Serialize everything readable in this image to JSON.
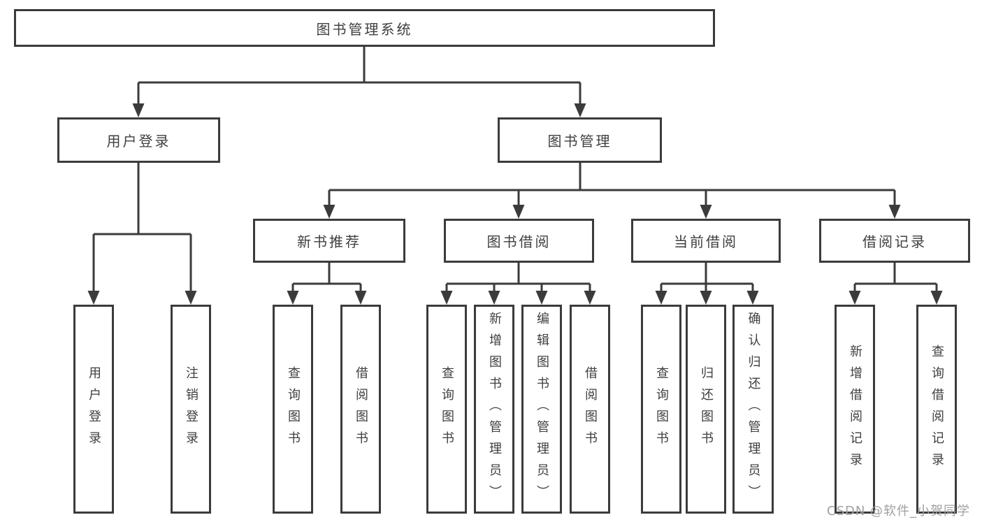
{
  "tree": {
    "root": {
      "label": "图书管理系统",
      "children": [
        {
          "label": "用户登录",
          "children": [
            {
              "label": "用户登录"
            },
            {
              "label": "注销登录"
            }
          ]
        },
        {
          "label": "图书管理",
          "children": [
            {
              "label": "新书推荐",
              "children": [
                {
                  "label": "查询图书"
                },
                {
                  "label": "借阅图书"
                }
              ]
            },
            {
              "label": "图书借阅",
              "children": [
                {
                  "label": "查询图书"
                },
                {
                  "label": "新增图书（管理员）"
                },
                {
                  "label": "编辑图书（管理员）"
                },
                {
                  "label": "借阅图书"
                }
              ]
            },
            {
              "label": "当前借阅",
              "children": [
                {
                  "label": "查询图书"
                },
                {
                  "label": "归还图书"
                },
                {
                  "label": "确认归还（管理员）"
                }
              ]
            },
            {
              "label": "借阅记录",
              "children": [
                {
                  "label": "新增借阅记录"
                },
                {
                  "label": "查询借阅记录"
                }
              ]
            }
          ]
        }
      ]
    }
  },
  "watermark": {
    "text": "CSDN @软件_小贺同学"
  },
  "colors": {
    "line": "#3b3b3b",
    "text": "#3f3f3f",
    "watermark": "#a0a0a4",
    "background": "#ffffff"
  }
}
